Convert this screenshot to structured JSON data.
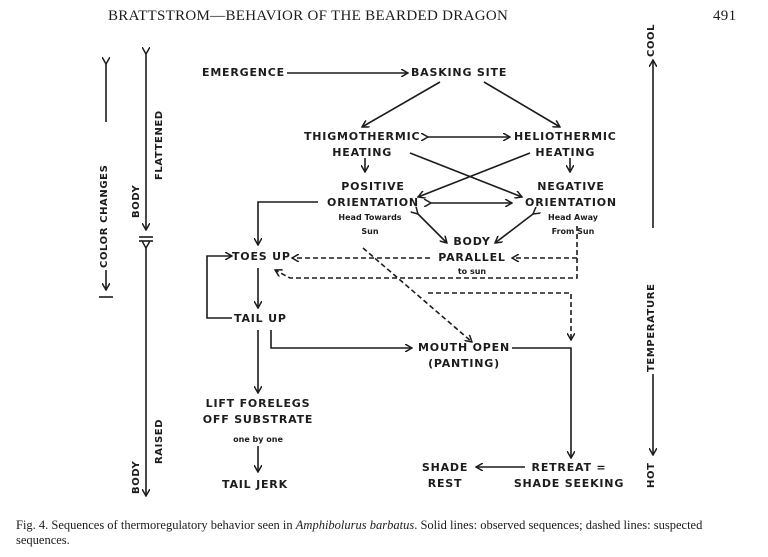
{
  "header": {
    "running_title": "BRATTSTROM—BEHAVIOR OF THE BEARDED DRAGON",
    "page_number": "491"
  },
  "nodes": {
    "emergence": "EMERGENCE",
    "basking_site": "BASKING SITE",
    "thigmothermic_1": "THIGMOTHERMIC",
    "thigmothermic_2": "HEATING",
    "heliothermic_1": "HELIOTHERMIC",
    "heliothermic_2": "HEATING",
    "positive_1": "POSITIVE",
    "positive_2": "ORIENTATION",
    "positive_sub_1": "Head Towards",
    "positive_sub_2": "Sun",
    "negative_1": "NEGATIVE",
    "negative_2": "ORIENTATION",
    "negative_sub_1": "Head Away",
    "negative_sub_2": "From Sun",
    "body_parallel_1": "BODY",
    "body_parallel_2": "PARALLEL",
    "body_parallel_sub": "to sun",
    "toes_up": "TOES UP",
    "tail_up": "TAIL UP",
    "mouth_open_1": "MOUTH OPEN",
    "mouth_open_2": "(PANTING)",
    "lift_forelegs_1": "LIFT FORELEGS",
    "lift_forelegs_2": "OFF SUBSTRATE",
    "lift_forelegs_sub": "one by one",
    "tail_jerk": "TAIL JERK",
    "shade_rest_1": "SHADE",
    "shade_rest_2": "REST",
    "retreat_1": "RETREAT =",
    "retreat_2": "SHADE SEEKING"
  },
  "axes": {
    "color_changes": "COLOR CHANGES",
    "body_flattened_1": "BODY",
    "body_flattened_2": "FLATTENED",
    "body_raised_1": "BODY",
    "body_raised_2": "RAISED",
    "temperature": "TEMPERATURE",
    "cool": "COOL",
    "hot": "HOT"
  },
  "caption": {
    "prefix": "Fig. 4.  Sequences of thermoregulatory behavior seen in ",
    "species": "Amphibolurus barbatus",
    "suffix": ".  Solid lines: observed sequences; dashed lines:  suspected sequences."
  },
  "legend": {
    "solid": "observed sequences",
    "dashed": "suspected sequences"
  }
}
